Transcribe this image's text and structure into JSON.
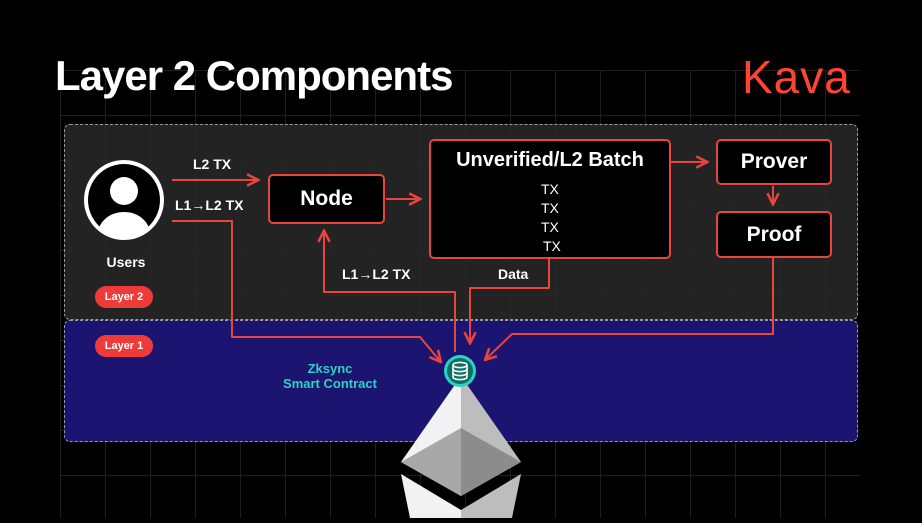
{
  "title": "Layer 2 Components",
  "brand": "Kava",
  "zones": {
    "layer2_label": "Layer 2",
    "layer1_label": "Layer 1"
  },
  "nodes": {
    "users": "Users",
    "node": "Node",
    "batch": "Unverified/L2 Batch",
    "batch_items": [
      "TX",
      "TX",
      "TX",
      "TX"
    ],
    "prover": "Prover",
    "proof": "Proof",
    "contract_line1": "Zksync",
    "contract_line2": "Smart Contract"
  },
  "edges": {
    "users_to_node": "L2 TX",
    "users_to_contract": "L1→L2 TX",
    "contract_to_node": "L1→L2 TX",
    "batch_to_contract": "Data"
  },
  "colors": {
    "accent": "#e8453c",
    "pill": "#ef3a3a",
    "layer1_bg": "#1b1470",
    "contract": "#2ad4c4"
  },
  "icons": {
    "users": "user-avatar-icon",
    "contract": "database-icon",
    "chain": "ethereum-logo"
  }
}
